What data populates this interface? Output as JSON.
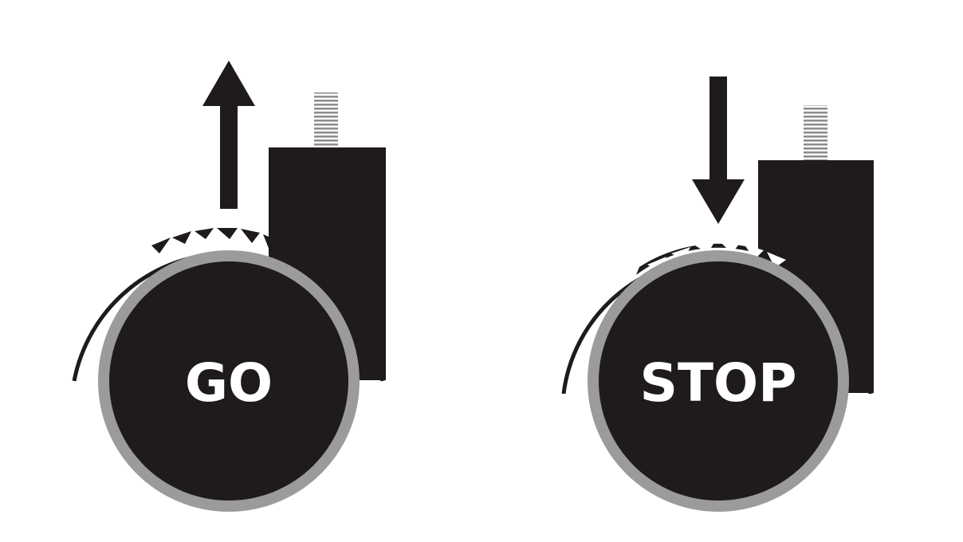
{
  "diagram": {
    "colors": {
      "background": "#ffffff",
      "ink": "#1f1b1c",
      "tire": "#9b9a9c",
      "label": "#ffffff",
      "thread": "#8e8e90"
    },
    "casters": [
      {
        "id": "go",
        "label": "GO",
        "arrow_direction": "up",
        "state": "released"
      },
      {
        "id": "stop",
        "label": "STOP",
        "arrow_direction": "down",
        "state": "braked"
      }
    ]
  }
}
